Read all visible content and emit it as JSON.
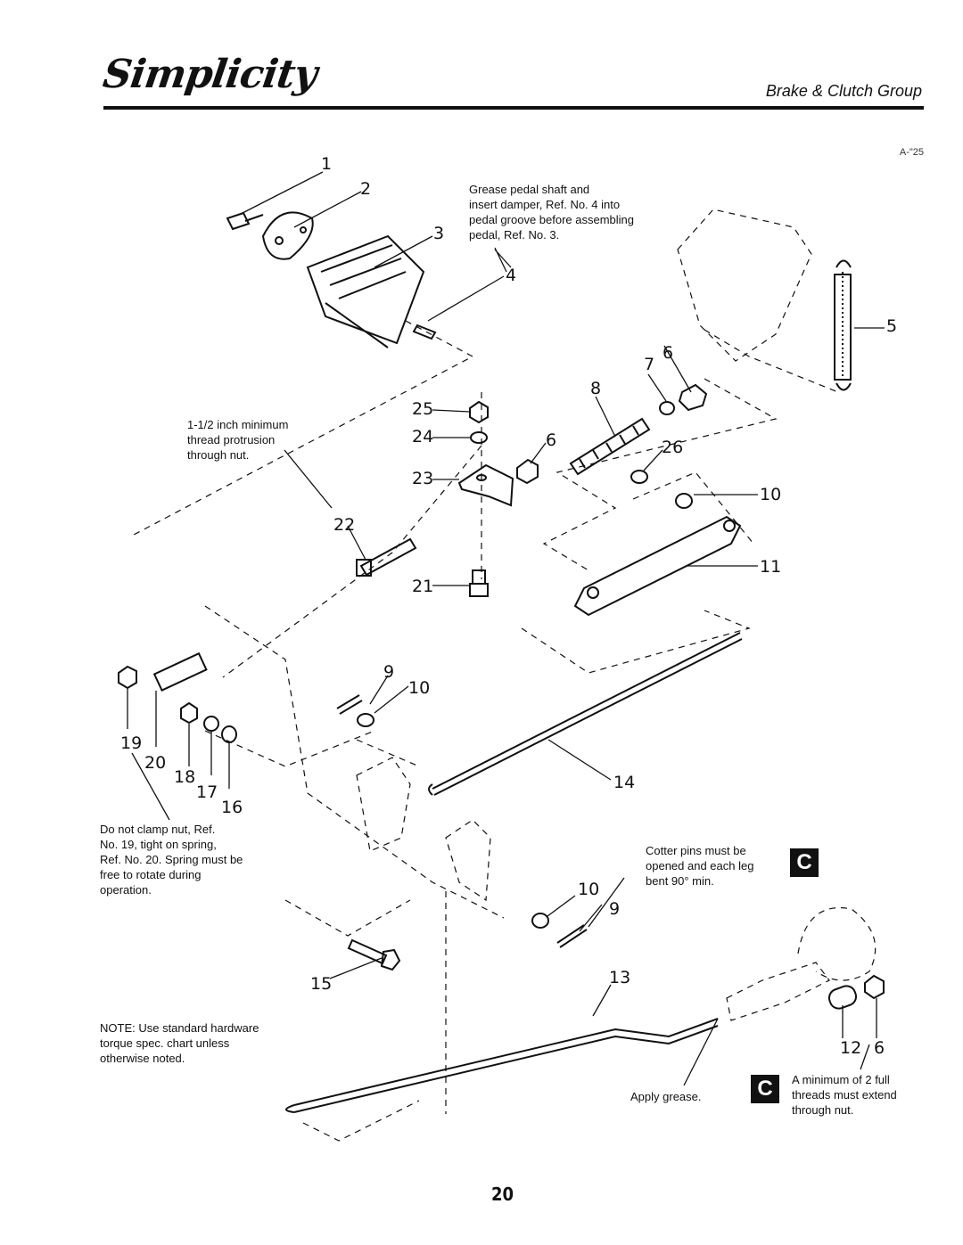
{
  "header": {
    "logo": "Simplicity",
    "section_title": "Brake & Clutch Group",
    "figure_code": "A-\"25"
  },
  "notes": {
    "grease_pedal": "Grease pedal shaft and\ninsert damper, Ref. No. 4 into\npedal groove before assembling\npedal, Ref. No. 3.",
    "thread_protrusion": "1-1/2 inch minimum\nthread protrusion\nthrough nut.",
    "clamp_nut": "Do not clamp nut, Ref.\nNo. 19, tight on spring,\nRef. No. 20. Spring must be\nfree to rotate during\noperation.",
    "cotter_pins": "Cotter pins must be\nopened and each leg\nbent 90° min.",
    "hardware_note": "NOTE: Use standard hardware\ntorque spec. chart unless\notherwise noted.",
    "apply_grease": "Apply grease.",
    "two_threads": "A minimum of 2 full\nthreads must extend\nthrough nut."
  },
  "badges": {
    "c_top": "C",
    "c_bottom": "C"
  },
  "refs": {
    "r1": "1",
    "r2": "2",
    "r3": "3",
    "r4": "4",
    "r5": "5",
    "r6a": "6",
    "r7": "7",
    "r8": "8",
    "r6b": "6",
    "r26": "26",
    "r25": "25",
    "r24": "24",
    "r23": "23",
    "r22": "22",
    "r21": "21",
    "r10a": "10",
    "r11": "11",
    "r9a": "9",
    "r10b": "10",
    "r14": "14",
    "r19": "19",
    "r20": "20",
    "r18": "18",
    "r17": "17",
    "r16": "16",
    "r10c": "10",
    "r9b": "9",
    "r15": "15",
    "r13": "13",
    "r12": "12",
    "r6c": "6"
  },
  "page_number": "20"
}
